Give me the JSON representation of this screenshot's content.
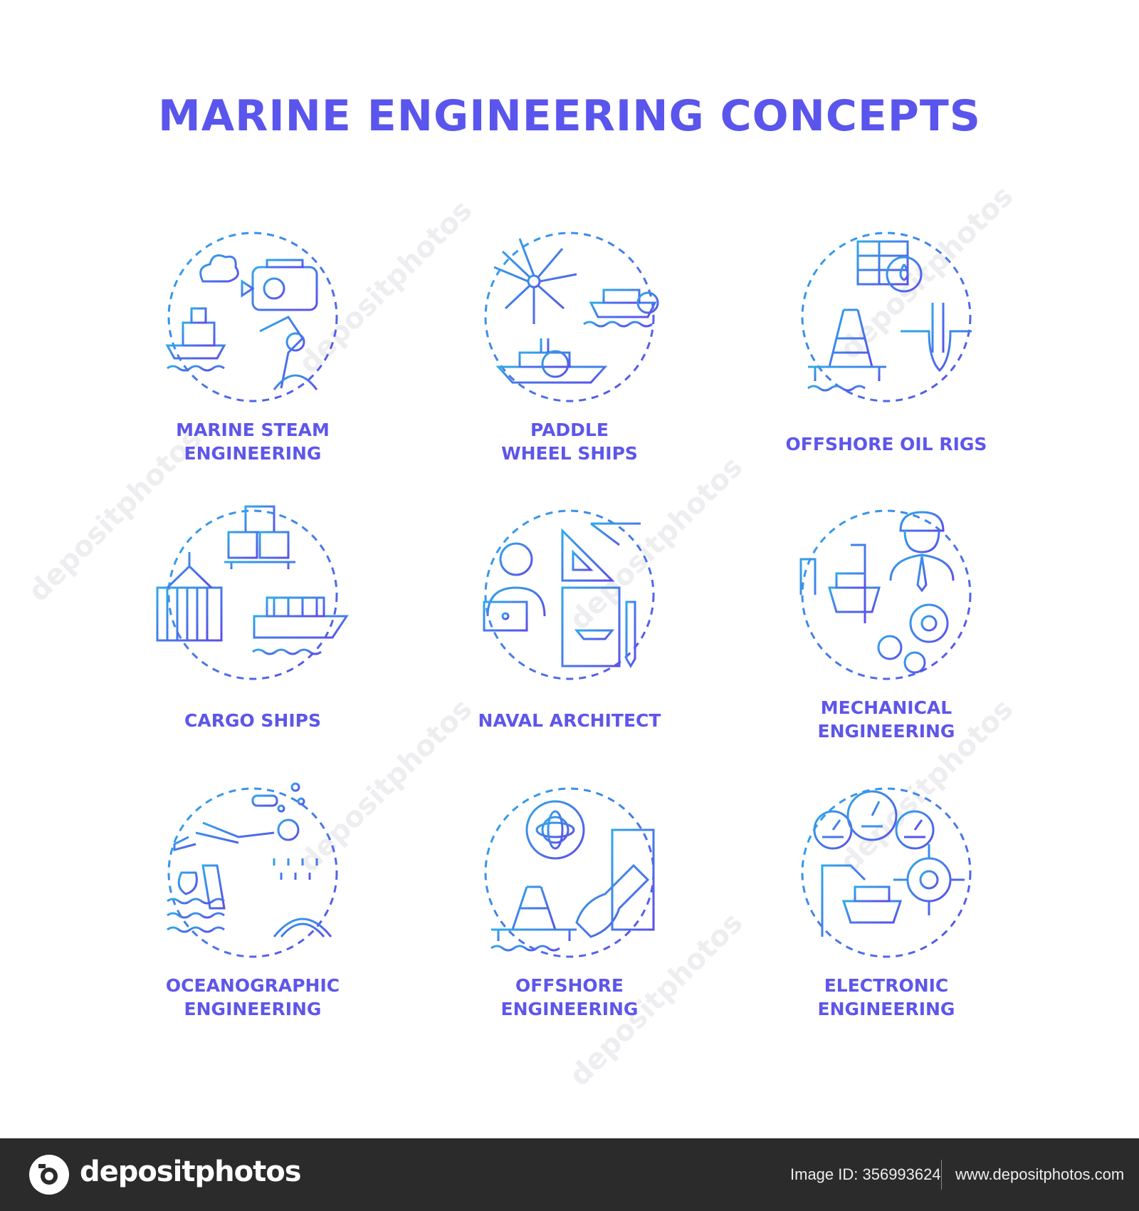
{
  "title": "MARINE ENGINEERING CONCEPTS",
  "accent_color": "#5a55ec",
  "icon_gradient": [
    "#2fa8e8",
    "#5a4fea"
  ],
  "concepts": [
    {
      "line1": "MARINE STEAM",
      "line2": "ENGINEERING",
      "icon": "steam-engine-ship-icon"
    },
    {
      "line1": "PADDLE",
      "line2": "WHEEL SHIPS",
      "icon": "paddle-wheel-ship-icon"
    },
    {
      "line1": "OFFSHORE OIL RIGS",
      "line2": "",
      "icon": "oil-rig-icon"
    },
    {
      "line1": "CARGO SHIPS",
      "line2": "",
      "icon": "cargo-ship-icon"
    },
    {
      "line1": "NAVAL ARCHITECT",
      "line2": "",
      "icon": "naval-architect-icon"
    },
    {
      "line1": "MECHANICAL",
      "line2": "ENGINEERING",
      "icon": "mechanical-engineer-icon"
    },
    {
      "line1": "OCEANOGRAPHIC",
      "line2": "ENGINEERING",
      "icon": "diver-ocean-icon"
    },
    {
      "line1": "OFFSHORE",
      "line2": "ENGINEERING",
      "icon": "offshore-platform-icon"
    },
    {
      "line1": "ELECTRONIC",
      "line2": "ENGINEERING",
      "icon": "electronic-gauges-icon"
    }
  ],
  "watermark": "depositphotos",
  "footer": {
    "brand": "depositphotos",
    "image_id": "Image ID: 356993624",
    "site": "www.depositphotos.com"
  }
}
